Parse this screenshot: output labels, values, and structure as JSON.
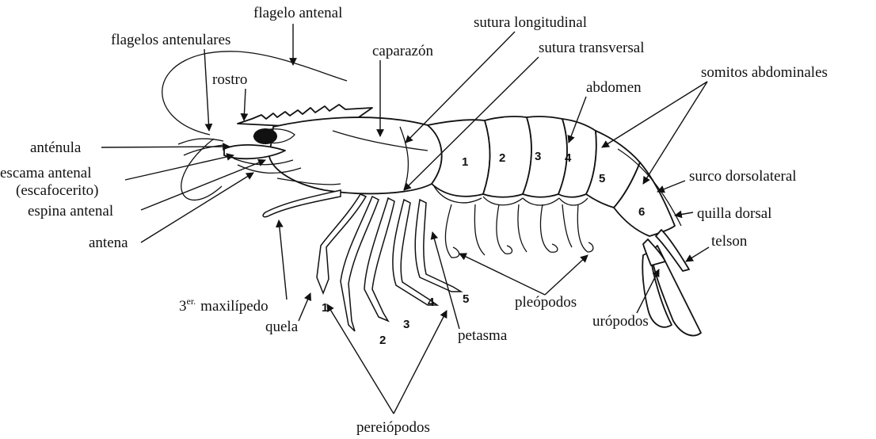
{
  "labels": {
    "flagelo_antenal": "flagelo antenal",
    "flagelos_antenulares": "flagelos antenulares",
    "rostro": "rostro",
    "caparazon": "caparazón",
    "sutura_longitudinal": "sutura longitudinal",
    "sutura_transversal": "sutura transversal",
    "abdomen": "abdomen",
    "somitos_abdominales": "somitos abdominales",
    "antenula": "anténula",
    "escama_antenal": "escama antenal",
    "escafocerito": "(escafocerito)",
    "espina_antenal": "espina antenal",
    "antena": "antena",
    "surco_dorsolateral": "surco dorsolateral",
    "quilla_dorsal": "quilla dorsal",
    "telson": "telson",
    "maxilipedo_prefix": "3",
    "maxilipedo_sup": "er.",
    "maxilipedo_word": "maxilípedo",
    "quela": "quela",
    "pleopodos": "pleópodos",
    "uropodos": "urópodos",
    "petasma": "petasma",
    "pereiopodos": "pereiópodos"
  },
  "somite_numbers": [
    "1",
    "2",
    "3",
    "4",
    "5",
    "6"
  ],
  "pereiopod_numbers": [
    "1",
    "2",
    "3",
    "4",
    "5"
  ]
}
